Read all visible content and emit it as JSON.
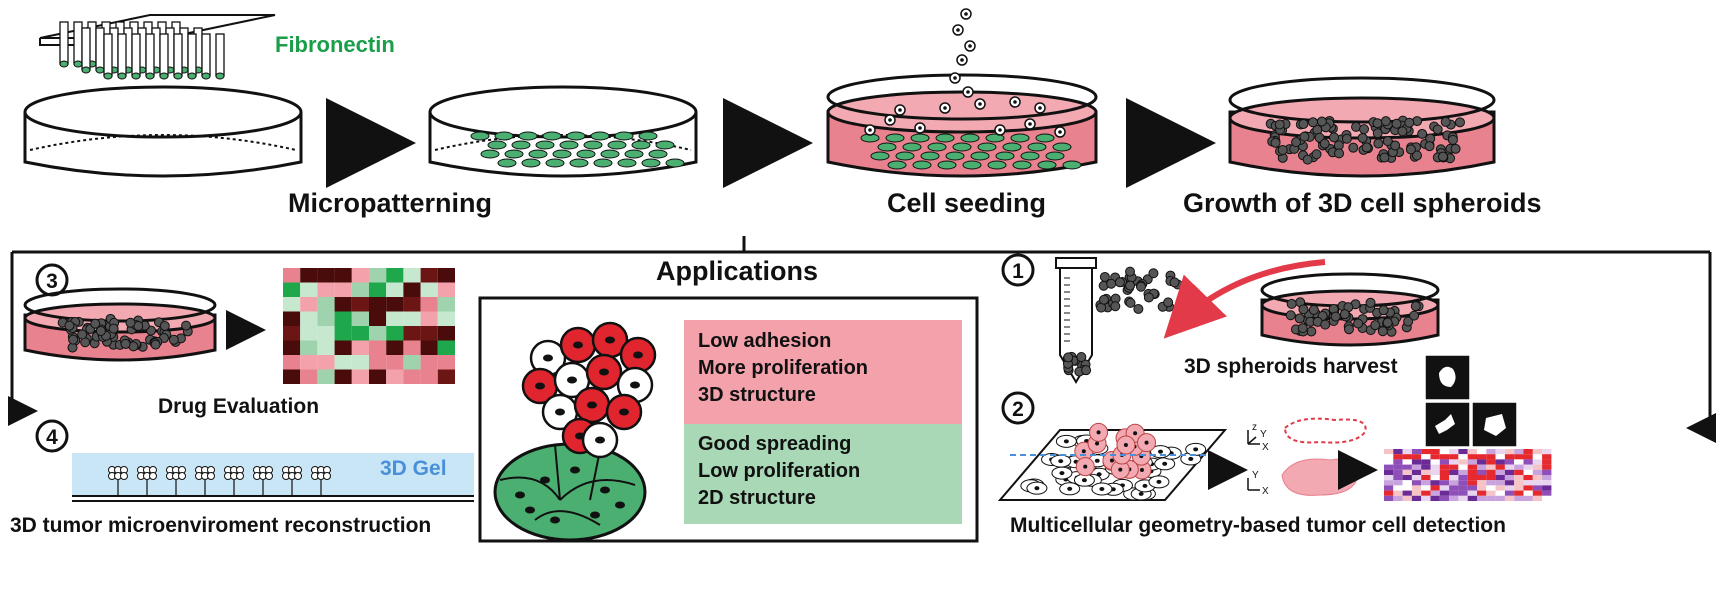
{
  "steps": {
    "micropatterning": "Micropatterning",
    "cell_seeding": "Cell seeding",
    "growth": "Growth of 3D cell spheroids"
  },
  "fibronectin_label": "Fibronectin",
  "applications": {
    "title": "Applications",
    "pink_box": [
      "Low adhesion",
      "More proliferation",
      "3D structure"
    ],
    "green_box": [
      "Good spreading",
      "Low proliferation",
      "2D structure"
    ]
  },
  "panels": {
    "p1": {
      "number": "1",
      "label": "3D  spheroids harvest"
    },
    "p2": {
      "number": "2",
      "label": "Multicellular geometry-based tumor cell detection",
      "axis_z": "z",
      "axis_y": "Y",
      "axis_x": "X"
    },
    "p3": {
      "number": "3",
      "label": "Drug Evaluation"
    },
    "p4": {
      "number": "4",
      "label": "3D tumor microenviroment reconstruction",
      "gel_label": "3D Gel"
    }
  },
  "colors": {
    "pink": "#e8828f",
    "pink_light": "#f3a2ab",
    "green": "#4caf72",
    "green_light": "#9ed3ad",
    "red": "#e0252f",
    "dark_red": "#4a0b0b",
    "gel_blue": "#c9e6f7",
    "gel_text": "#4a90d9"
  }
}
